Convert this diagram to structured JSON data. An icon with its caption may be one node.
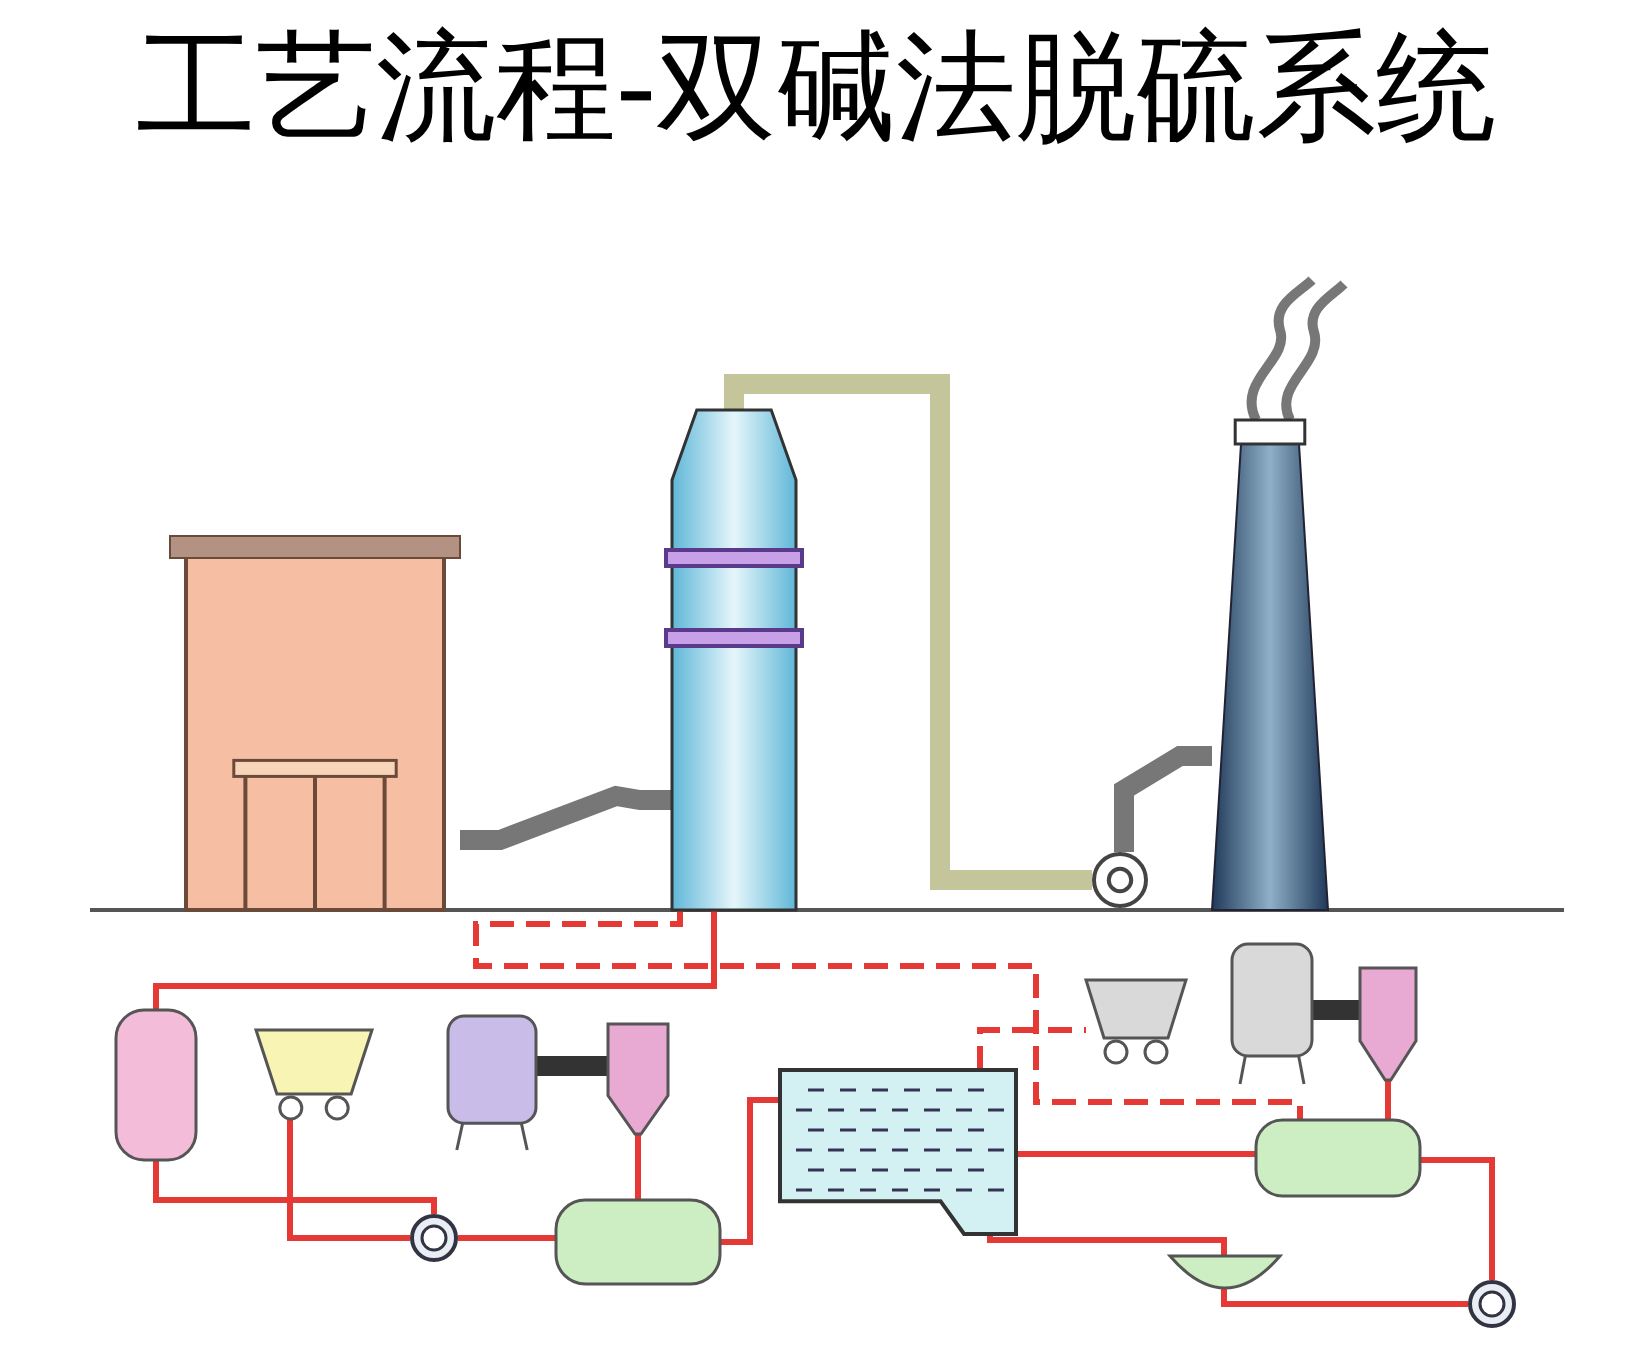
{
  "diagram": {
    "title": "工艺流程-双碱法脱硫系统",
    "nodes": [
      {
        "text": [],
        "shape": "box"
      },
      {
        "text": [],
        "shape": "cylinder"
      },
      {
        "text": [],
        "shape": "circle"
      },
      {
        "text": [],
        "shape": "cylinder"
      },
      {
        "text": [],
        "shape": "cylinder"
      },
      {
        "text": [],
        "shape": "box"
      },
      {
        "text": [],
        "shape": "cylinder"
      },
      {
        "text": [],
        "shape": "cylinder"
      },
      {
        "text": [],
        "shape": "circle"
      },
      {
        "text": [],
        "shape": "cylinder"
      },
      {
        "text": [],
        "shape": "box"
      },
      {
        "text": [],
        "shape": "box"
      },
      {
        "text": [],
        "shape": "cylinder"
      },
      {
        "text": [],
        "shape": "cylinder"
      },
      {
        "text": [],
        "shape": "cylinder"
      },
      {
        "text": [],
        "shape": "circle"
      },
      {
        "text": [],
        "shape": "bowl"
      }
    ],
    "edges": [
      {
        "from": 0,
        "to": 1,
        "arrow": "none",
        "style": "thick",
        "color": "#777777"
      },
      {
        "from": 1,
        "to": 2,
        "arrow": "none",
        "style": "thick",
        "color": "#c5c59c"
      },
      {
        "from": 2,
        "to": 3,
        "arrow": "none",
        "style": "thick",
        "color": "#777777"
      },
      {
        "from": 1,
        "to": 4,
        "arrow": "none"
      },
      {
        "from": 4,
        "to": 8,
        "arrow": "none"
      },
      {
        "from": 5,
        "to": 8,
        "arrow": "none"
      },
      {
        "from": 8,
        "to": 9,
        "arrow": "none"
      },
      {
        "from": 7,
        "to": 9,
        "arrow": "none"
      },
      {
        "from": 9,
        "to": 10,
        "arrow": "none"
      },
      {
        "from": 1,
        "to": 14,
        "arrow": "none",
        "style": "dashed"
      },
      {
        "from": 10,
        "to": 11,
        "arrow": "none",
        "style": "dashed"
      },
      {
        "from": 10,
        "to": 14,
        "arrow": "none"
      },
      {
        "from": 13,
        "to": 14,
        "arrow": "none"
      },
      {
        "from": 14,
        "to": 15,
        "arrow": "none"
      },
      {
        "from": 10,
        "to": 16,
        "arrow": "none"
      },
      {
        "from": 16,
        "to": 15,
        "arrow": "none"
      },
      {
        "from": 6,
        "to": 7,
        "arrow": "none",
        "style": "thick",
        "color": "#333333"
      },
      {
        "from": 12,
        "to": 13,
        "arrow": "none",
        "style": "thick",
        "color": "#333333"
      }
    ]
  }
}
